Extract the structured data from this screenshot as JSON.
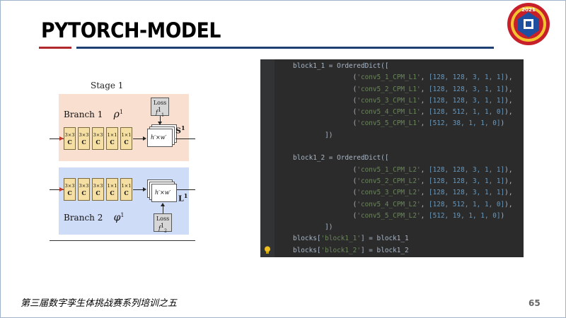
{
  "slide": {
    "title": "PYTORCH-MODEL",
    "footer": "第三届数字孪生体挑战赛系列培训之五",
    "page_number": "65",
    "colors": {
      "accent_red": "#b0282c",
      "accent_blue": "#1d3f73"
    }
  },
  "logo": {
    "year": "2021",
    "icon": "competition-emblem-icon"
  },
  "diagram": {
    "stage_title": "Stage 1",
    "branch1": {
      "label": "Branch 1",
      "greek": "ρ",
      "sup": "1",
      "output": "S",
      "output_sup": "1",
      "loss_label": "Loss",
      "loss_symbol": "f",
      "loss_sub": "1",
      "loss_sup": "1"
    },
    "branch2": {
      "label": "Branch 2",
      "greek": "φ",
      "sup": "1",
      "output": "L",
      "output_sup": "1",
      "loss_label": "Loss",
      "loss_symbol": "f",
      "loss_sub": "2",
      "loss_sup": "1"
    },
    "conv_layers_1": [
      {
        "kernel": "3×3",
        "type": "C"
      },
      {
        "kernel": "3×3",
        "type": "C"
      },
      {
        "kernel": "3×3",
        "type": "C"
      },
      {
        "kernel": "1×1",
        "type": "C"
      },
      {
        "kernel": "1×1",
        "type": "C"
      }
    ],
    "conv_layers_2": [
      {
        "kernel": "3×3",
        "type": "C"
      },
      {
        "kernel": "3×3",
        "type": "C"
      },
      {
        "kernel": "3×3",
        "type": "C"
      },
      {
        "kernel": "1×1",
        "type": "C"
      },
      {
        "kernel": "1×1",
        "type": "C"
      }
    ],
    "stack_label": "h′×w′"
  },
  "code": {
    "block1_1_head": "block1_1 = OrderedDict([",
    "block1_1_rows": [
      {
        "name": "'conv5_1_CPM_L1'",
        "vals": "[128, 128, 3, 1, 1]"
      },
      {
        "name": "'conv5_2_CPM_L1'",
        "vals": "[128, 128, 3, 1, 1]"
      },
      {
        "name": "'conv5_3_CPM_L1'",
        "vals": "[128, 128, 3, 1, 1]"
      },
      {
        "name": "'conv5_4_CPM_L1'",
        "vals": "[128, 512, 1, 1, 0]"
      },
      {
        "name": "'conv5_5_CPM_L1'",
        "vals": "[512, 38, 1, 1, 0]"
      }
    ],
    "close": "])",
    "block1_2_head": "block1_2 = OrderedDict([",
    "block1_2_rows": [
      {
        "name": "'conv5_1_CPM_L2'",
        "vals": "[128, 128, 3, 1, 1]"
      },
      {
        "name": "'conv5_2_CPM_L2'",
        "vals": "[128, 128, 3, 1, 1]"
      },
      {
        "name": "'conv5_3_CPM_L2'",
        "vals": "[128, 128, 3, 1, 1]"
      },
      {
        "name": "'conv5_4_CPM_L2'",
        "vals": "[128, 512, 1, 1, 0]"
      },
      {
        "name": "'conv5_5_CPM_L2'",
        "vals": "[512, 19, 1, 1, 0]"
      }
    ],
    "assign1_pre": "blocks[",
    "assign1_key": "'block1_1'",
    "assign1_post": "] = block1_1",
    "assign2_pre": "blocks[",
    "assign2_key": "'block1_2'",
    "assign2_post": "] = block1_2",
    "bulb_icon": "lightbulb-icon"
  }
}
